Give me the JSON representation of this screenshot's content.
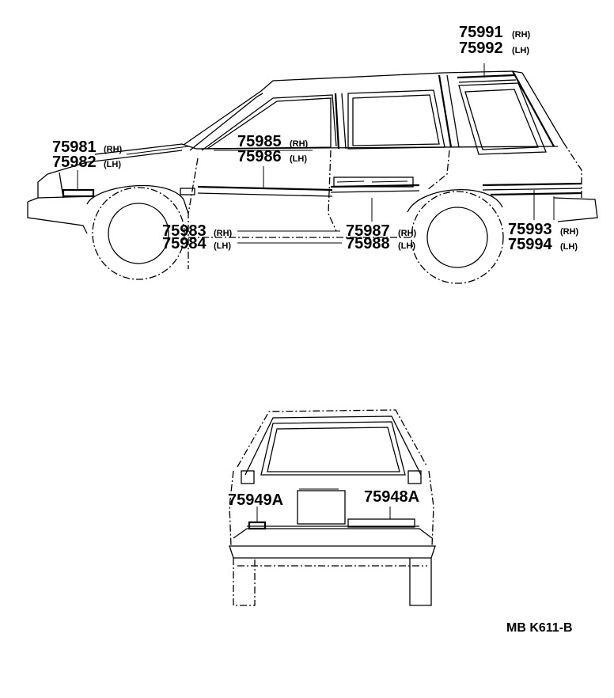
{
  "diagram": {
    "code": "MB K611-B",
    "parts": {
      "roof_rh": {
        "number": "75991",
        "side": "(RH)"
      },
      "roof_lh": {
        "number": "75992",
        "side": "(LH)"
      },
      "fender_rh": {
        "number": "75981",
        "side": "(RH)"
      },
      "fender_lh": {
        "number": "75982",
        "side": "(LH)"
      },
      "front_door_rh": {
        "number": "75985",
        "side": "(RH)"
      },
      "front_door_lh": {
        "number": "75986",
        "side": "(LH)"
      },
      "front_lower_rh": {
        "number": "75983",
        "side": "(RH)"
      },
      "front_lower_lh": {
        "number": "75984",
        "side": "(LH)"
      },
      "rear_door_rh": {
        "number": "75987",
        "side": "(RH)"
      },
      "rear_door_lh": {
        "number": "75988",
        "side": "(LH)"
      },
      "quarter_rh": {
        "number": "75993",
        "side": "(RH)"
      },
      "quarter_lh": {
        "number": "75994",
        "side": "(LH)"
      },
      "back_left": {
        "number": "75949A"
      },
      "back_right": {
        "number": "75948A"
      }
    }
  }
}
